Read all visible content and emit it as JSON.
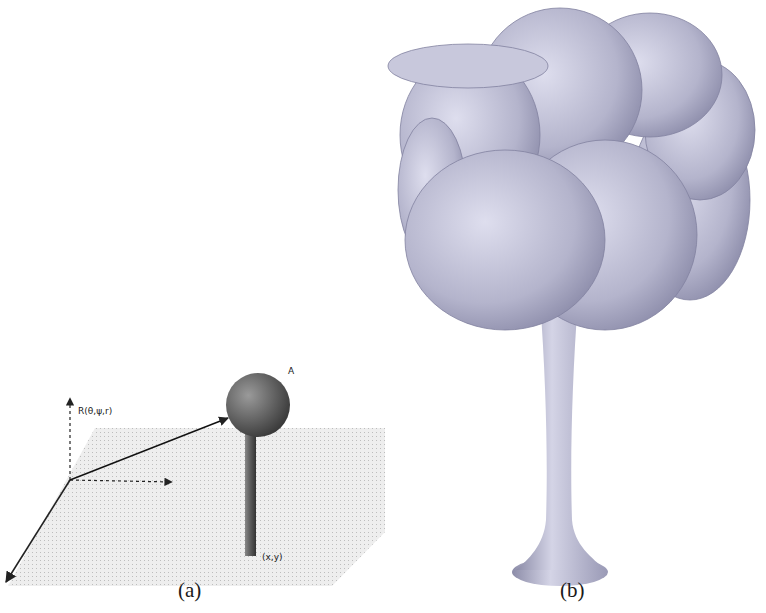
{
  "diagram": {
    "labels": [
      "R(θ,ψ,r)",
      "A",
      "(x,y)",
      "(a)",
      "(b)"
    ]
  }
}
